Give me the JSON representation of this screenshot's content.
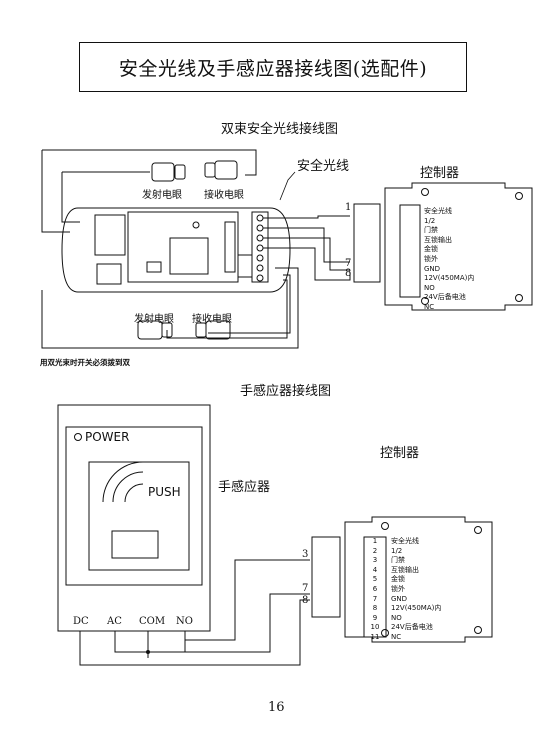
{
  "title": "安全光线及手感应器接线图(选配件)",
  "section1": {
    "heading": "双束安全光线接线图",
    "emitter_top": "发射电眼",
    "receiver_top": "接收电眼",
    "safety_beam": "安全光线",
    "controller": "控制器",
    "emitter_bottom": "发射电眼",
    "receiver_bottom": "接收电眼",
    "note": "用双光束时开关必须拨到双",
    "wire_numbers": [
      "1",
      "7",
      "8"
    ],
    "terminals": [
      "安全光线",
      "1/2",
      "门禁",
      "互锁输出",
      "金锁",
      "锁外",
      "GND",
      "12V(450MA)内",
      "NO",
      "24V后备电池",
      "NC"
    ]
  },
  "section2": {
    "heading": "手感应器接线图",
    "power": "POWER",
    "push": "PUSH",
    "device_label": "手感应器",
    "controller": "控制器",
    "wire_numbers": [
      "3",
      "7",
      "8"
    ],
    "pins": [
      "DC",
      "AC",
      "COM",
      "NO"
    ],
    "terminal_numbers": [
      "1",
      "2",
      "3",
      "4",
      "5",
      "6",
      "7",
      "8",
      "9",
      "10",
      "11"
    ],
    "terminals": [
      "安全光线",
      "1/2",
      "门禁",
      "互锁输出",
      "金锁",
      "锁外",
      "GND",
      "12V(450MA)内",
      "NO",
      "24V后备电池",
      "NC"
    ]
  },
  "page_number": "16"
}
